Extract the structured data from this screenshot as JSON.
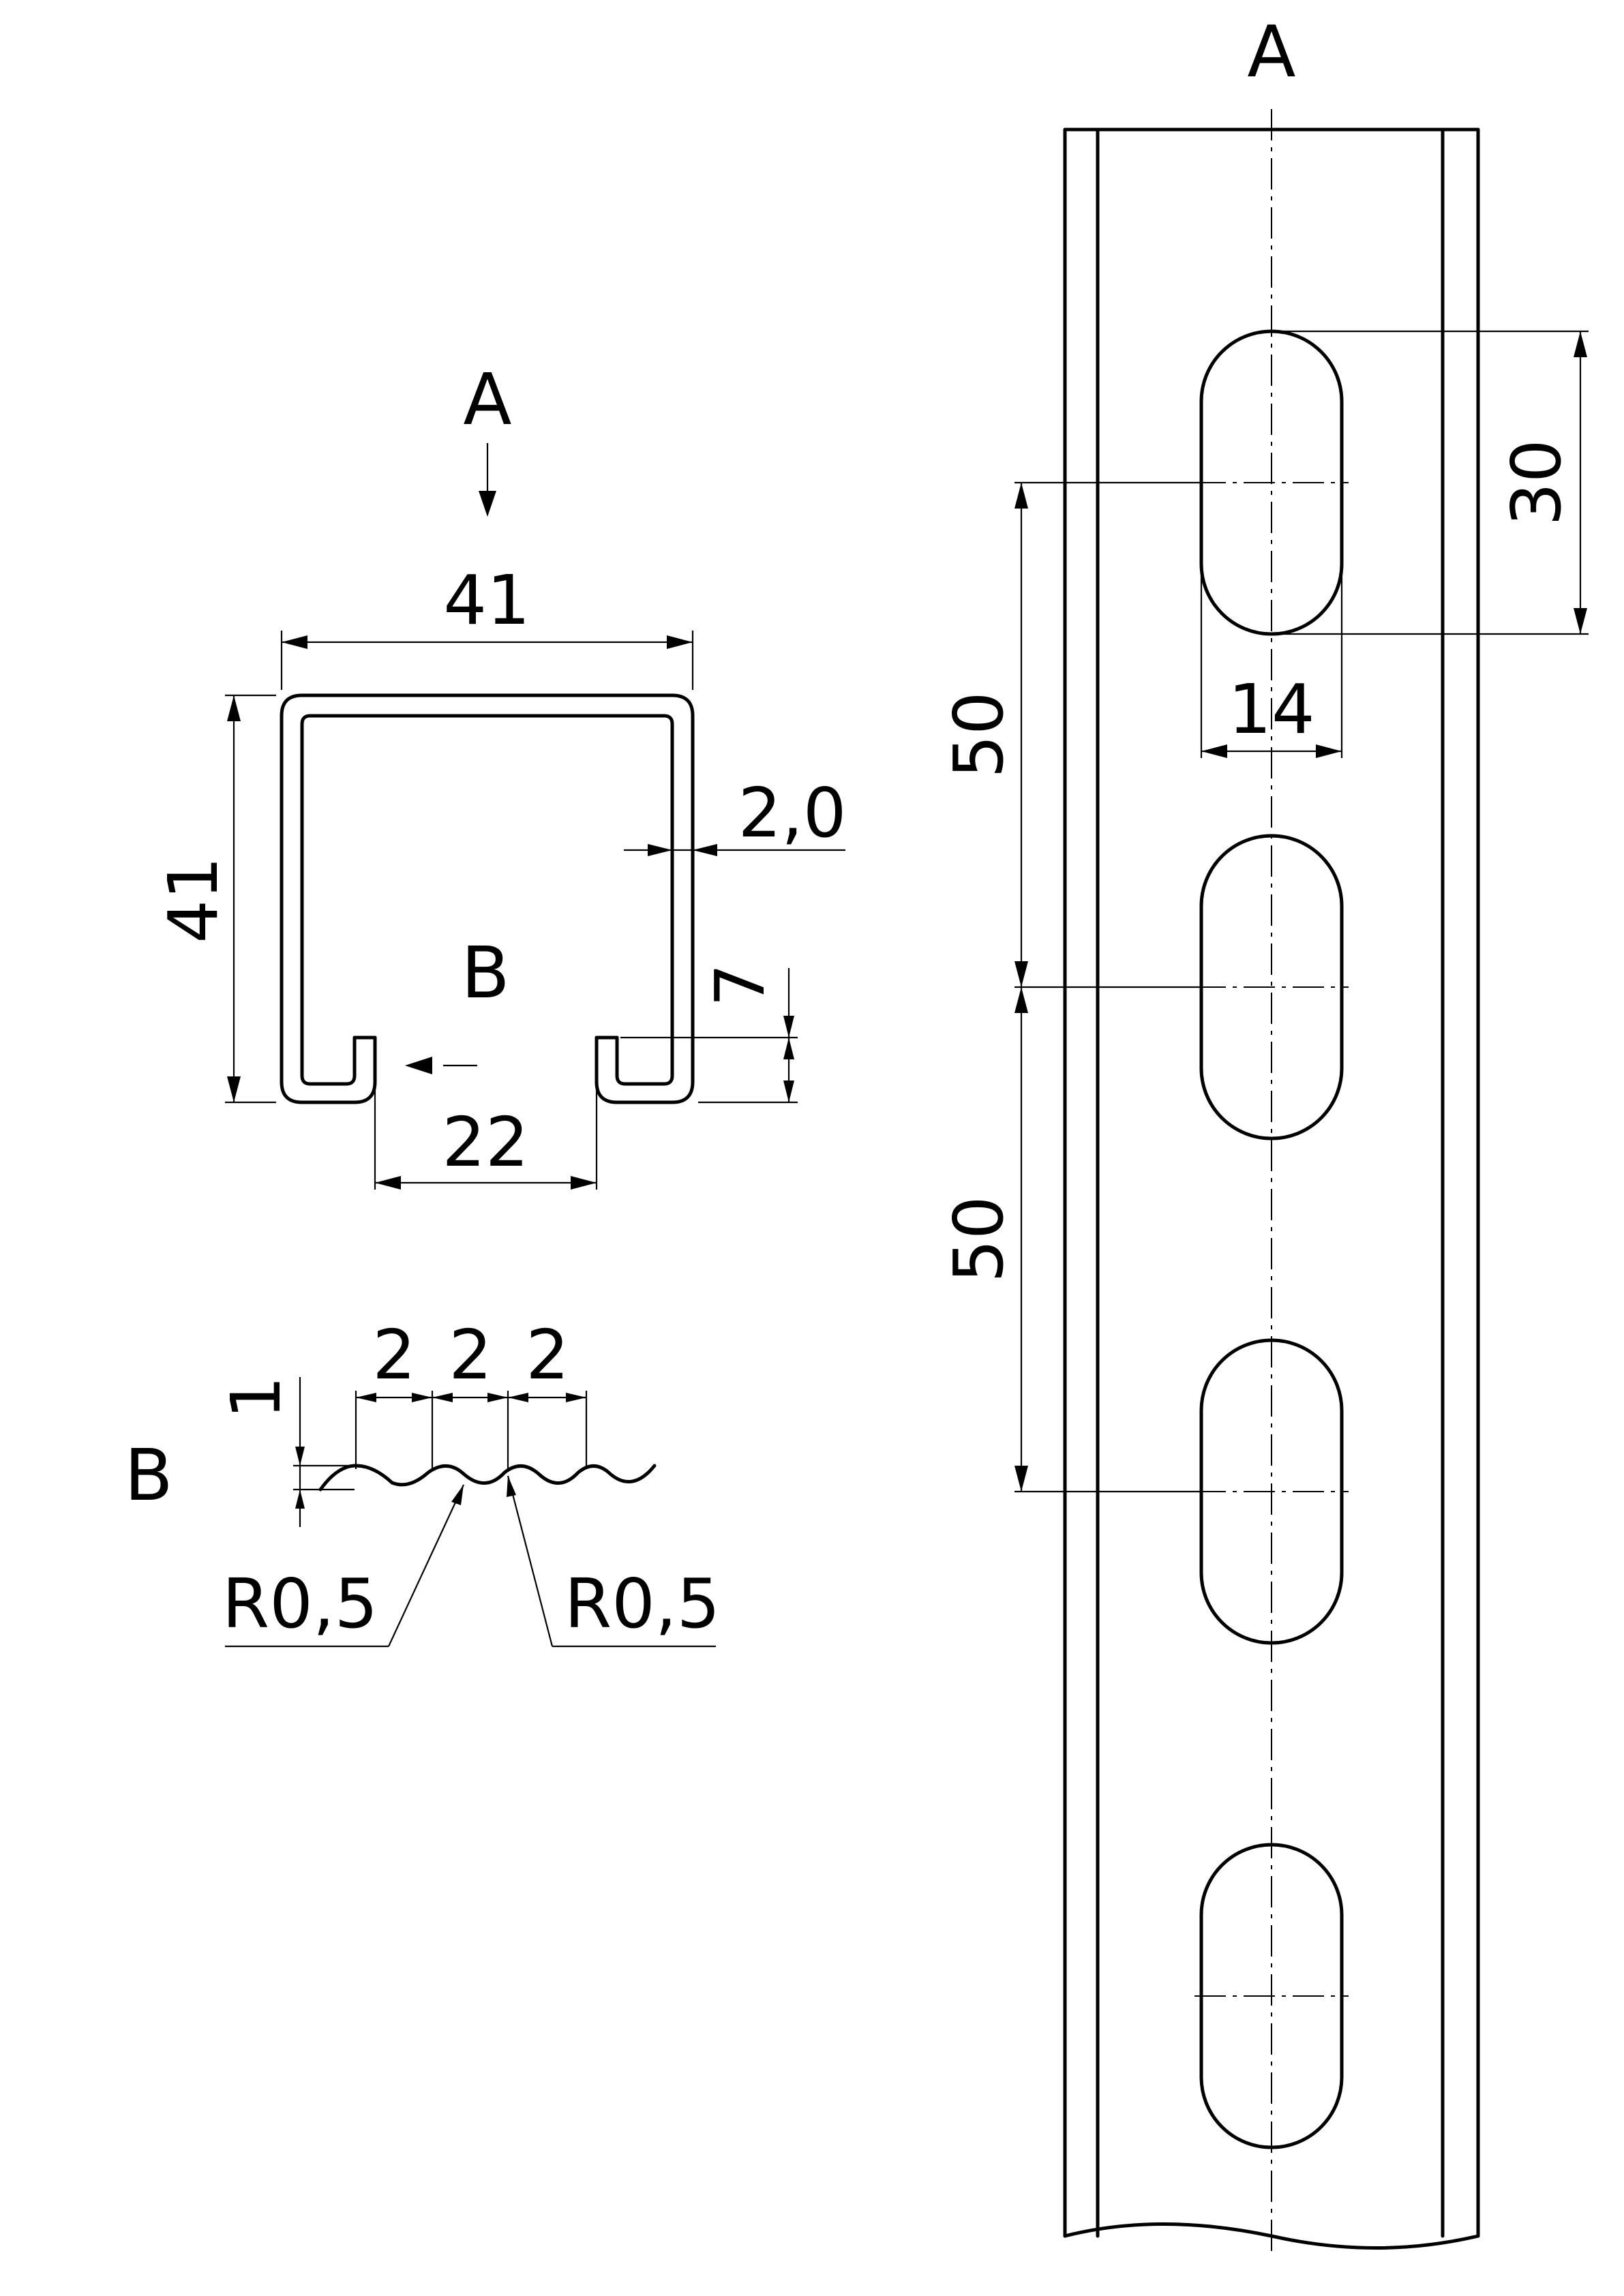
{
  "view_labels": {
    "section_view": "A",
    "elevation_view": "A",
    "detail_marker": "B",
    "detail_view": "B"
  },
  "dimensions": {
    "profile_width": "41",
    "profile_height": "41",
    "wall_thickness": "2,0",
    "lip_height": "7",
    "slot_opening": "22",
    "slot_length": "30",
    "slot_width": "14",
    "slot_pitch_1": "50",
    "slot_pitch_2": "50",
    "serration_pitch_1": "2",
    "serration_pitch_2": "2",
    "serration_pitch_3": "2",
    "serration_depth": "1",
    "radius_left": "R0,5",
    "radius_right": "R0,5"
  }
}
